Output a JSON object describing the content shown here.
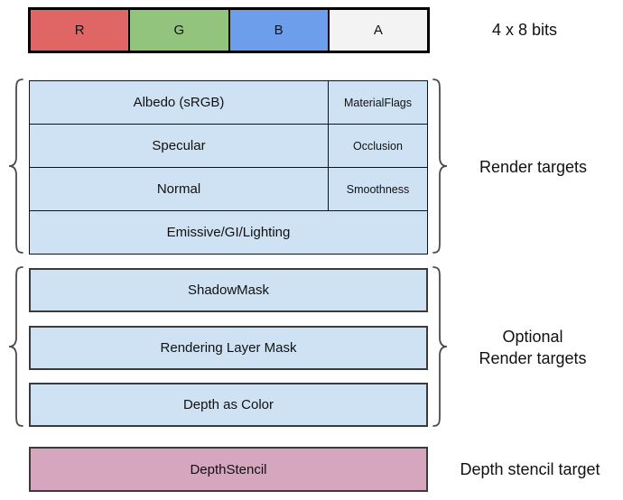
{
  "palette": {
    "red": "#E06666",
    "green": "#93C47D",
    "blue": "#6D9EEB",
    "alpha_gray": "#F3F3F3",
    "cell_blue": "#CFE2F3",
    "stencil_pink": "#D5A6BD",
    "border_dark": "#3B3B3B",
    "brace_gray": "#4A4A4A",
    "text": "#111111"
  },
  "bit_bar": {
    "cells": [
      {
        "label": "R",
        "color": "#E06666"
      },
      {
        "label": "G",
        "color": "#93C47D"
      },
      {
        "label": "B",
        "color": "#6D9EEB"
      },
      {
        "label": "A",
        "color": "#F3F3F3"
      }
    ],
    "size_label": "4 x 8 bits"
  },
  "render_targets": {
    "group_label": "Render targets",
    "rows": [
      {
        "main": "Albedo (sRGB)",
        "alpha": "MaterialFlags"
      },
      {
        "main": "Specular",
        "alpha": "Occlusion"
      },
      {
        "main": "Normal",
        "alpha": "Smoothness"
      },
      {
        "main": "Emissive/GI/Lighting",
        "alpha": null
      }
    ]
  },
  "optional_targets": {
    "label_line1": "Optional",
    "label_line2": "Render targets",
    "rows": [
      "ShadowMask",
      "Rendering Layer Mask",
      "Depth as Color"
    ]
  },
  "depth_stencil": {
    "box_label": "DepthStencil",
    "group_label": "Depth stencil target"
  }
}
